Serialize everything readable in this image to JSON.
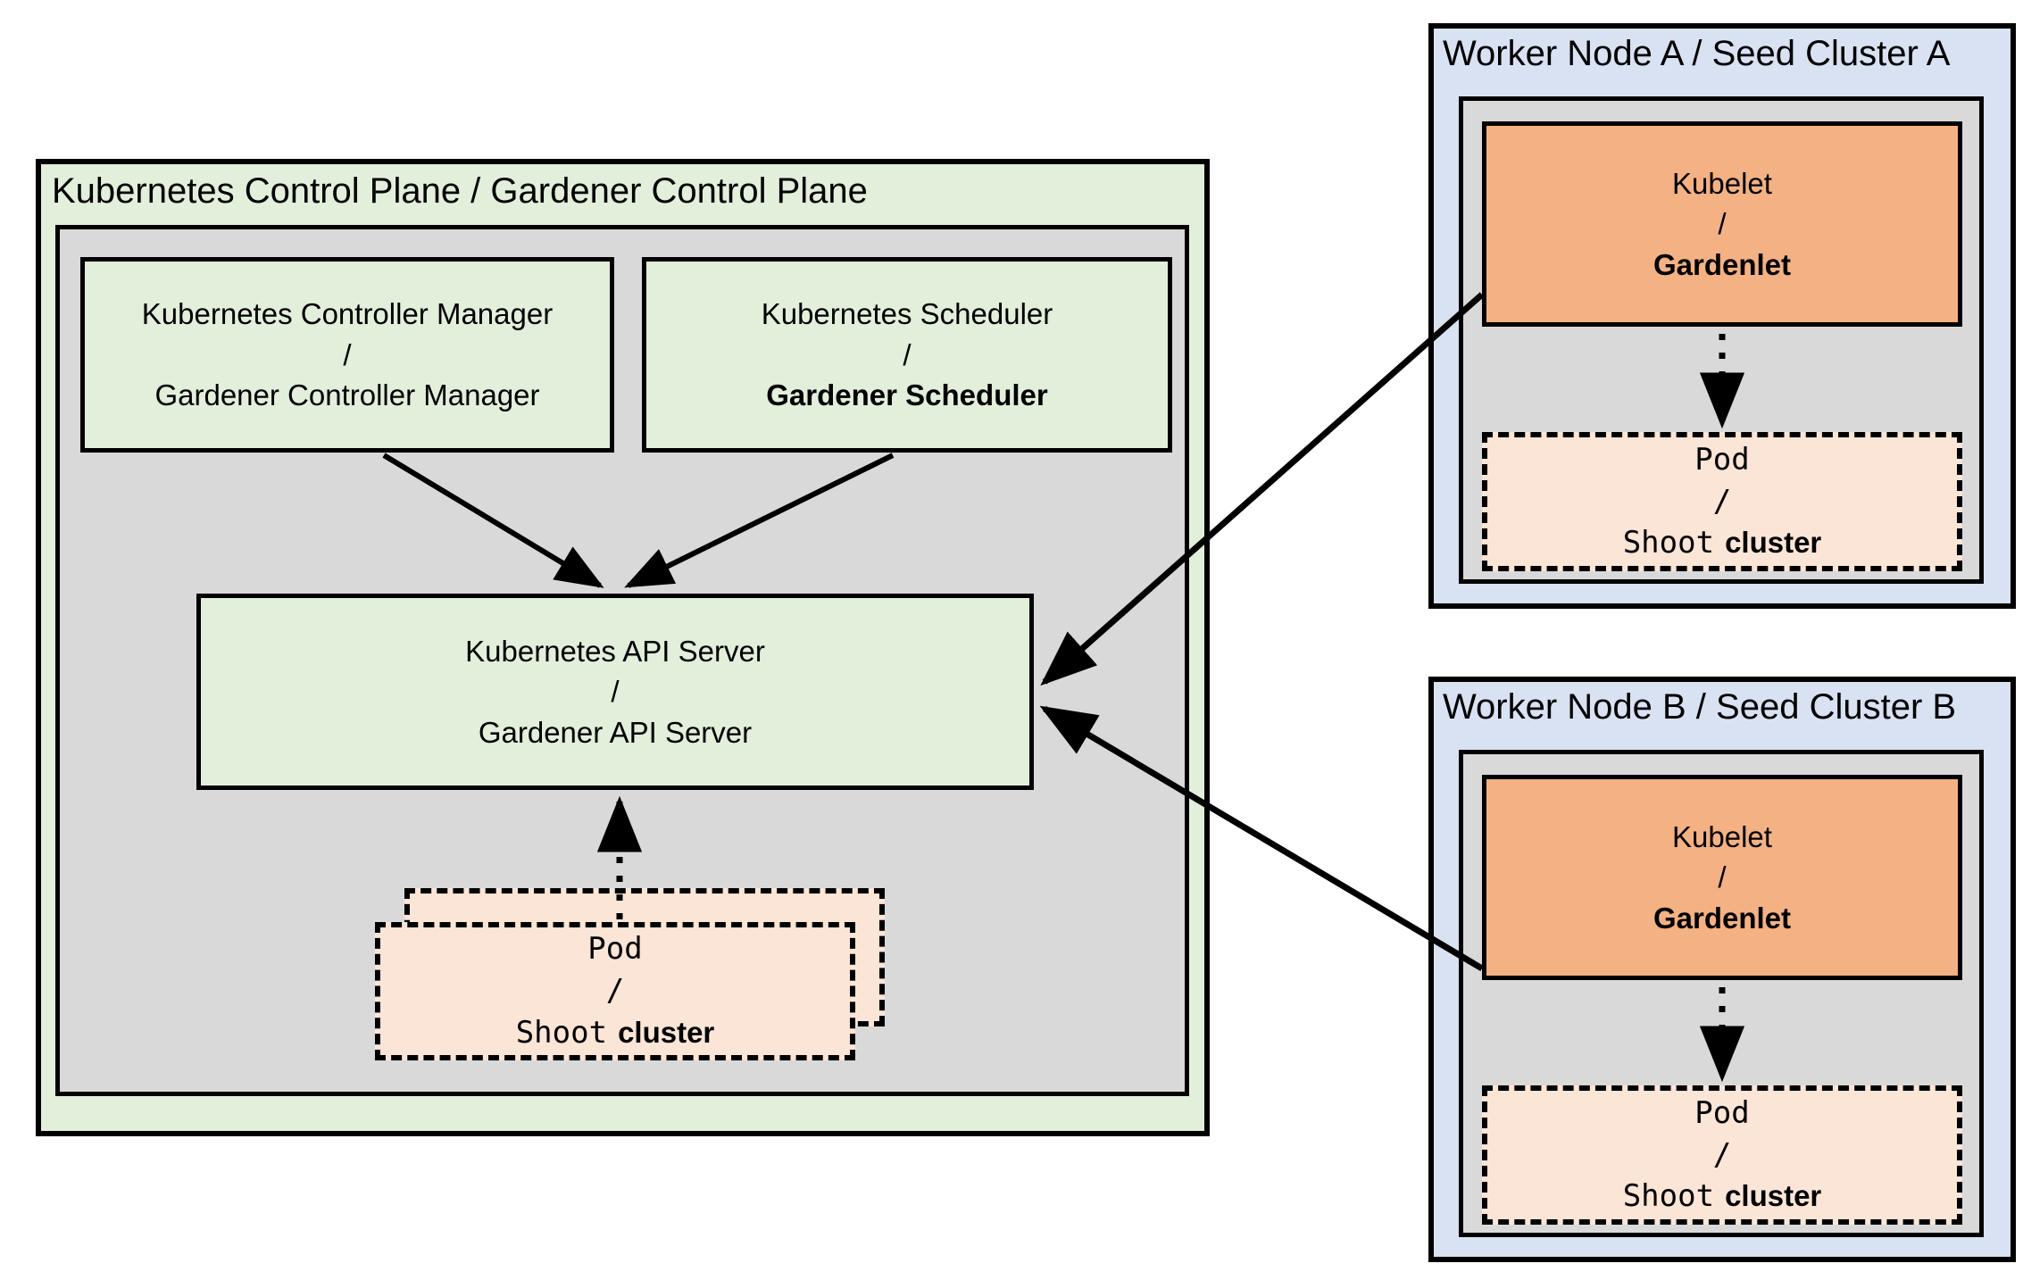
{
  "diagram": {
    "control_plane": {
      "title": "Kubernetes Control Plane / Gardener Control Plane",
      "controller_manager": {
        "line1": "Kubernetes Controller Manager",
        "separator": "/",
        "line2": "Gardener Controller Manager"
      },
      "scheduler": {
        "line1": "Kubernetes Scheduler",
        "separator": "/",
        "line2": "Gardener Scheduler"
      },
      "api_server": {
        "line1": "Kubernetes API Server",
        "separator": "/",
        "line2": "Gardener API Server"
      },
      "pod": {
        "line1": "Pod",
        "separator": "/",
        "line2_mono": "Shoot",
        "line2_sans": "cluster"
      }
    },
    "worker_a": {
      "title": "Worker Node A / Seed Cluster A",
      "kubelet": {
        "line1": "Kubelet",
        "separator": "/",
        "line2": "Gardenlet"
      },
      "pod": {
        "line1": "Pod",
        "separator": "/",
        "line2_mono": "Shoot",
        "line2_sans": "cluster"
      }
    },
    "worker_b": {
      "title": "Worker Node B / Seed Cluster B",
      "kubelet": {
        "line1": "Kubelet",
        "separator": "/",
        "line2": "Gardenlet"
      },
      "pod": {
        "line1": "Pod",
        "separator": "/",
        "line2_mono": "Shoot",
        "line2_sans": "cluster"
      }
    },
    "connections": [
      {
        "from": "controller-manager",
        "to": "api-server",
        "style": "solid-arrow"
      },
      {
        "from": "scheduler",
        "to": "api-server",
        "style": "solid-arrow"
      },
      {
        "from": "kubelet-gardenlet-a",
        "to": "api-server",
        "style": "solid-arrow"
      },
      {
        "from": "kubelet-gardenlet-b",
        "to": "api-server",
        "style": "solid-arrow"
      },
      {
        "from": "pod-shoot-cluster-control-plane",
        "to": "api-server",
        "style": "dotted-arrow"
      },
      {
        "from": "kubelet-gardenlet-a",
        "to": "pod-shoot-cluster-a",
        "style": "dotted-arrow"
      },
      {
        "from": "kubelet-gardenlet-b",
        "to": "pod-shoot-cluster-b",
        "style": "dotted-arrow"
      }
    ]
  },
  "colors": {
    "light_green": "#e2efda",
    "gray": "#d9d9d9",
    "light_blue": "#d9e2f3",
    "orange": "#f4b183",
    "peach": "#fbe5d6",
    "line": "#000000",
    "background": "#ffffff"
  }
}
